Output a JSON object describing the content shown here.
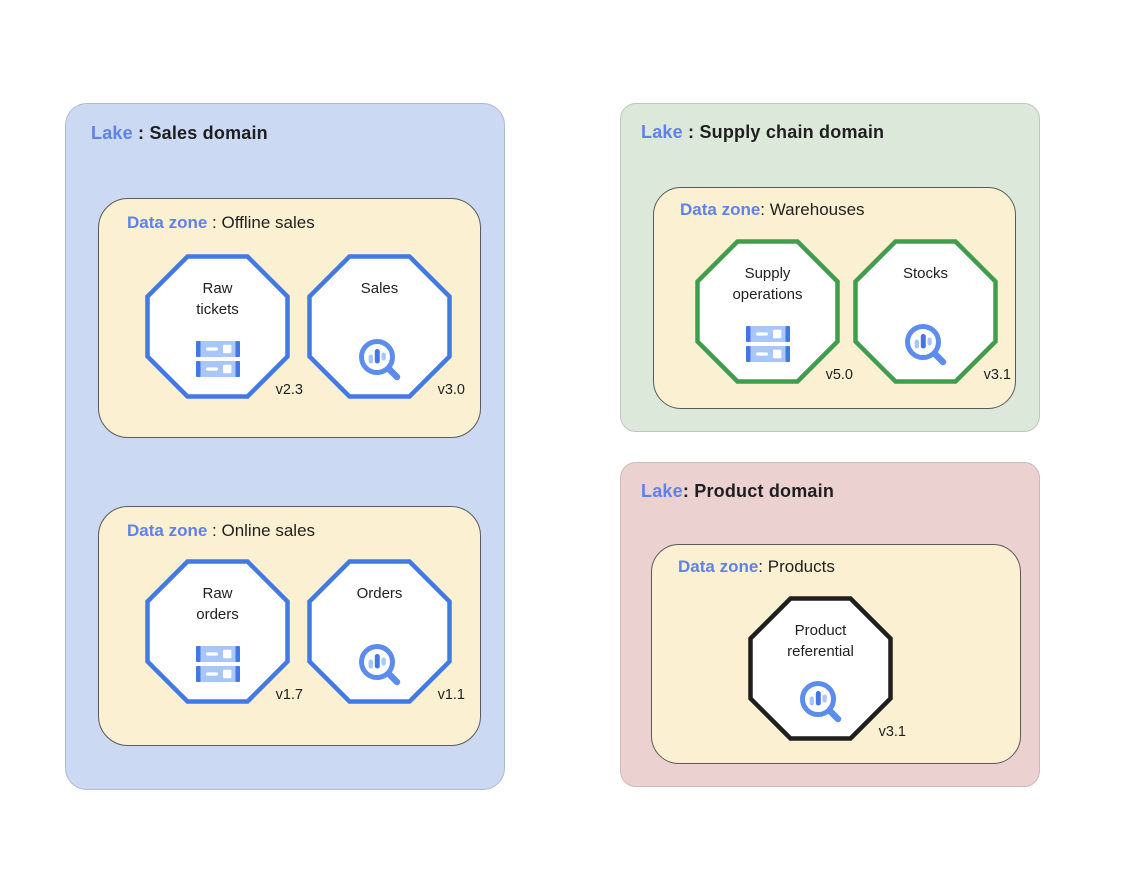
{
  "diagram": {
    "lakes": [
      {
        "id": "sales-domain",
        "title_prefix": "Lake",
        "title_sep": " : ",
        "title_name": "Sales domain",
        "zones": [
          {
            "id": "offline-sales",
            "title_prefix": "Data zone",
            "title_sep": " : ",
            "title_name": "Offline sales",
            "assets": [
              {
                "label": "Raw\ntickets",
                "version": "v2.3",
                "icon": "server-icon"
              },
              {
                "label": "Sales",
                "version": "v3.0",
                "icon": "search-insights-icon"
              }
            ]
          },
          {
            "id": "online-sales",
            "title_prefix": "Data zone",
            "title_sep": " : ",
            "title_name": "Online sales",
            "assets": [
              {
                "label": "Raw\norders",
                "version": "v1.7",
                "icon": "server-icon"
              },
              {
                "label": "Orders",
                "version": "v1.1",
                "icon": "search-insights-icon"
              }
            ]
          }
        ]
      },
      {
        "id": "supply-chain-domain",
        "title_prefix": "Lake",
        "title_sep": " : ",
        "title_name": "Supply chain domain",
        "zones": [
          {
            "id": "warehouses",
            "title_prefix": "Data zone",
            "title_sep": ": ",
            "title_name": "Warehouses",
            "assets": [
              {
                "label": "Supply\noperations",
                "version": "v5.0",
                "icon": "server-icon"
              },
              {
                "label": "Stocks",
                "version": "v3.1",
                "icon": "search-insights-icon"
              }
            ]
          }
        ]
      },
      {
        "id": "product-domain",
        "title_prefix": "Lake",
        "title_sep": ": ",
        "title_name": "Product domain",
        "zones": [
          {
            "id": "products",
            "title_prefix": "Data zone",
            "title_sep": ": ",
            "title_name": "Products",
            "assets": [
              {
                "label": "Product\nreferential",
                "version": "v3.1",
                "icon": "search-insights-icon"
              }
            ]
          }
        ]
      }
    ],
    "colors": {
      "lake_sales_bg": "#CBD9F3",
      "lake_supply_bg": "#DCE9DA",
      "lake_product_bg": "#EBD1D0",
      "zone_bg": "#FBF0D2",
      "accent_label_blue": "#5F82E8",
      "octagon_border_blue": "#4379E4",
      "octagon_border_green": "#3F9D4D",
      "octagon_border_black": "#1F1F1F",
      "icon_blue_light": "#A9C6FB",
      "icon_blue_dark": "#4377E4"
    }
  }
}
